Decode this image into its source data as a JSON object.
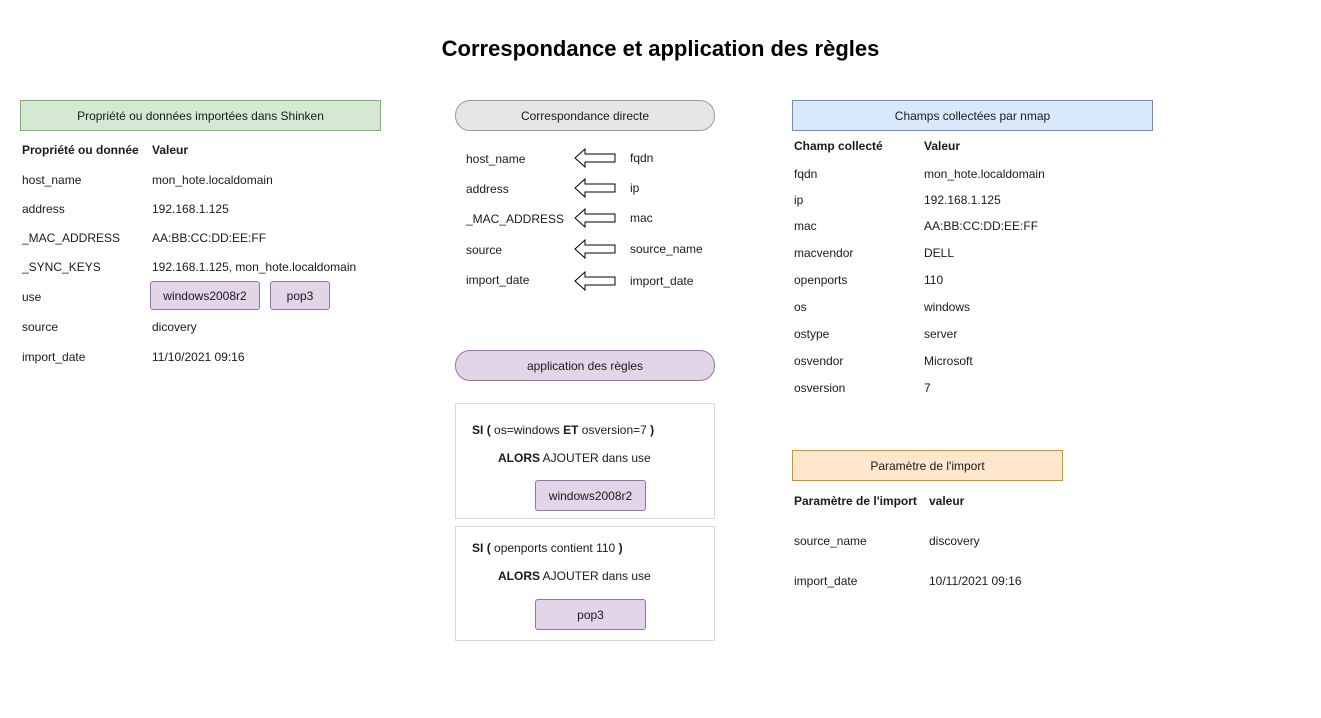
{
  "title": "Correspondance et application des règles",
  "left": {
    "header": "Propriété ou données importées dans Shinken",
    "col1": "Propriété ou donnée",
    "col2": "Valeur",
    "rows": [
      {
        "k": "host_name",
        "v": "mon_hote.localdomain"
      },
      {
        "k": "address",
        "v": "192.168.1.125"
      },
      {
        "k": "_MAC_ADDRESS",
        "v": "AA:BB:CC:DD:EE:FF"
      },
      {
        "k": "_SYNC_KEYS",
        "v": "192.168.1.125, mon_hote.localdomain"
      },
      {
        "k": "use",
        "tags": [
          "windows2008r2",
          "pop3"
        ]
      },
      {
        "k": "source",
        "v": "dicovery"
      },
      {
        "k": "import_date",
        "v": "11/10/2021 09:16"
      }
    ]
  },
  "mid": {
    "header": "Correspondance directe",
    "mappings": [
      {
        "from": "host_name",
        "to": "fqdn"
      },
      {
        "from": "address",
        "to": "ip"
      },
      {
        "from": "_MAC_ADDRESS",
        "to": "mac"
      },
      {
        "from": "source",
        "to": "source_name"
      },
      {
        "from": "import_date",
        "to": "import_date"
      }
    ],
    "rules_header": "application des règles",
    "rules": [
      {
        "si": "SI",
        "open": "(",
        "cond_a": "os=windows",
        "et": "ET",
        "cond_b": "osversion=7",
        "close": ")",
        "alors": "ALORS",
        "action": "AJOUTER dans use",
        "tag": "windows2008r2"
      },
      {
        "si": "SI",
        "open": "(",
        "cond_a": "openports contient 110",
        "close": ")",
        "alors": "ALORS",
        "action": "AJOUTER dans use",
        "tag": "pop3"
      }
    ]
  },
  "right": {
    "header": "Champs collectées par nmap",
    "col1": "Champ collecté",
    "col2": "Valeur",
    "rows": [
      {
        "k": "fqdn",
        "v": "mon_hote.localdomain"
      },
      {
        "k": "ip",
        "v": "192.168.1.125"
      },
      {
        "k": "mac",
        "v": "AA:BB:CC:DD:EE:FF"
      },
      {
        "k": "macvendor",
        "v": "DELL"
      },
      {
        "k": "openports",
        "v": "110"
      },
      {
        "k": "os",
        "v": "windows"
      },
      {
        "k": "ostype",
        "v": "server"
      },
      {
        "k": "osvendor",
        "v": "Microsoft"
      },
      {
        "k": "osversion",
        "v": "7"
      }
    ],
    "import_header": "Paramètre de l'import",
    "import_col1": "Paramètre de l'import",
    "import_col2": "valeur",
    "import_rows": [
      {
        "k": "source_name",
        "v": "discovery"
      },
      {
        "k": "import_date",
        "v": "10/11/2021 09:16"
      }
    ]
  },
  "colors": {
    "green_fill": "#d5e8d4",
    "green_stroke": "#82b366",
    "blue_fill": "#dae8fc",
    "blue_stroke": "#6c8ebf",
    "orange_fill": "#ffe6cc",
    "orange_stroke": "#d79b00",
    "purple_fill": "#e1d5e7",
    "purple_stroke": "#9673a6",
    "grey_fill": "#e6e6e6"
  }
}
